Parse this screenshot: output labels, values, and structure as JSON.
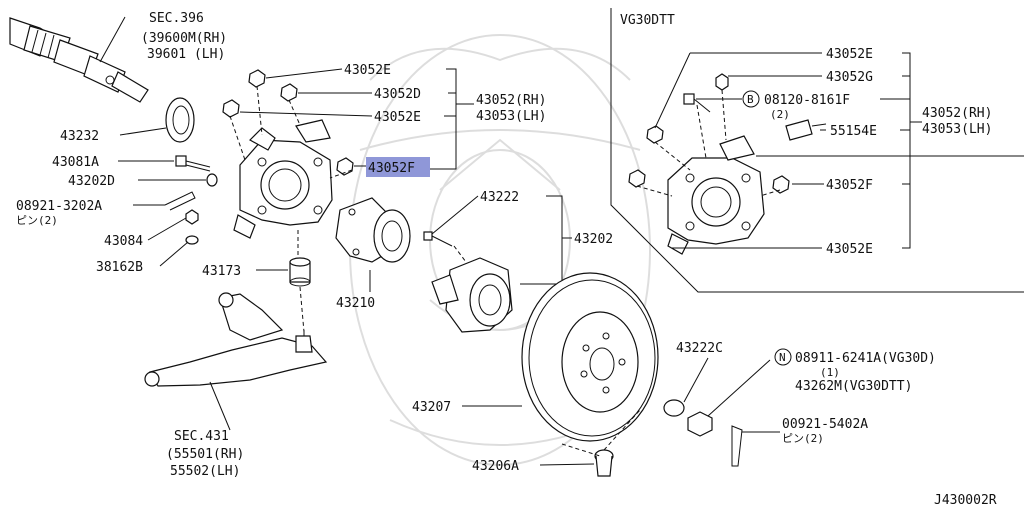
{
  "watermark_logo": "samurai crest watermark",
  "colors": {
    "highlight": "#8f97d8",
    "ink": "#111111"
  },
  "sec396": {
    "title": "SEC.396",
    "line1": "(39600M(RH)",
    "line2": "39601 (LH)"
  },
  "labels": {
    "p43232": "43232",
    "p43081A": "43081A",
    "p43202D": "43202D",
    "p08921_3202A": "08921-3202A",
    "p08921_pin": "ピン(2)",
    "p43084": "43084",
    "p38162B": "38162B",
    "p43173": "43173",
    "p43210": "43210",
    "p43052E_a": "43052E",
    "p43052D": "43052D",
    "p43052E_b": "43052E",
    "p43052F": "43052F",
    "p43052_rh": "43052(RH)",
    "p43053_lh": "43053(LH)",
    "p43222": "43222",
    "p43202": "43202",
    "p43207": "43207",
    "p43206A": "43206A",
    "p43222C": "43222C",
    "p08911": "08911-6241A(VG30D)",
    "p08911_qty": "(1)",
    "p43262M": "43262M(VG30DTT)",
    "p00921": "00921-5402A",
    "p00921_pin": "ピン(2)",
    "n_symbol": "N",
    "b_symbol": "B"
  },
  "sec431": {
    "title": "SEC.431",
    "line1": "(55501(RH)",
    "line2": "55502(LH)"
  },
  "vg30dtt": {
    "title": "VG30DTT",
    "p43052E_top": "43052E",
    "p43052G": "43052G",
    "p08120": "08120-8161F",
    "p08120_qty": "(2)",
    "p55154E": "55154E",
    "p43052F": "43052F",
    "p43052E_bottom": "43052E",
    "p43052_rh": "43052(RH)",
    "p43053_lh": "43053(LH)"
  },
  "diagram_id": "J430002R"
}
